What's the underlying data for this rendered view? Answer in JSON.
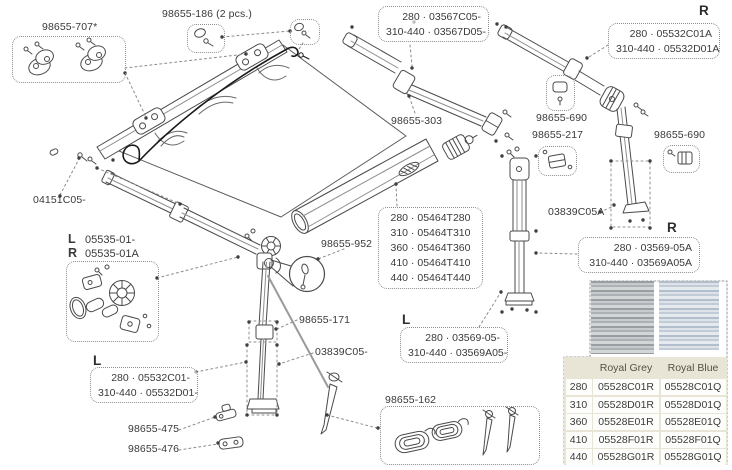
{
  "diagram": {
    "callouts": {
      "part_707": "98655-707*",
      "part_186": "98655-186 (2 pcs.)",
      "box_03567": [
        "280 · 03567C05-",
        "310-440 · 03567D05-"
      ],
      "r_top": "R",
      "box_05532_r": [
        "280 · 05532C01A",
        "310-440 · 05532D01A"
      ],
      "part_303": "98655-303",
      "part_690_a": "98655-690",
      "part_217": "98655-217",
      "part_690_b": "98655-690",
      "part_04151": "04151C05-",
      "lr_05535": {
        "l_key": "L",
        "l_val": "05535-01-",
        "r_key": "R",
        "r_val": "05535-01A"
      },
      "part_952": "98655-952",
      "box_05464": [
        "280 · 05464T280",
        "310 · 05464T310",
        "360 · 05464T360",
        "410 · 05464T410",
        "440 · 05464T440"
      ],
      "part_03839a": "03839C05A",
      "r_mid": "R",
      "box_03569_r": [
        "280 · 03569-05A",
        "310-440 · 03569A05A"
      ],
      "part_171": "98655-171",
      "part_03839": "03839C05-",
      "l_mid": "L",
      "box_03569_l": [
        "280 · 03569-05-",
        "310-440 · 03569A05-"
      ],
      "l_bot": "L",
      "box_05532_l": [
        "280 · 05532C01-",
        "310-440 · 05532D01-"
      ],
      "part_475": "98655-475",
      "part_476": "98655-476",
      "part_162": "98655-162"
    },
    "fabric_table": {
      "columns": [
        "Royal Grey",
        "Royal Blue"
      ],
      "rows": [
        {
          "size": "280",
          "grey": "05528C01R",
          "blue": "05528C01Q"
        },
        {
          "size": "310",
          "grey": "05528D01R",
          "blue": "05528D01Q"
        },
        {
          "size": "360",
          "grey": "05528E01R",
          "blue": "05528E01Q"
        },
        {
          "size": "410",
          "grey": "05528F01R",
          "blue": "05528F01Q"
        },
        {
          "size": "440",
          "grey": "05528G01R",
          "blue": "05528G01Q"
        }
      ]
    },
    "colors": {
      "line_art": "#4a4a4a",
      "cable": "#1a1a1a",
      "label_text": "#3a3a3a",
      "table_bg": "#e9e5d6",
      "cell_bg": "#fdfdfc",
      "royal_grey_swatch": "#aab0b3",
      "royal_blue_swatch": "#c6d0d9"
    }
  }
}
